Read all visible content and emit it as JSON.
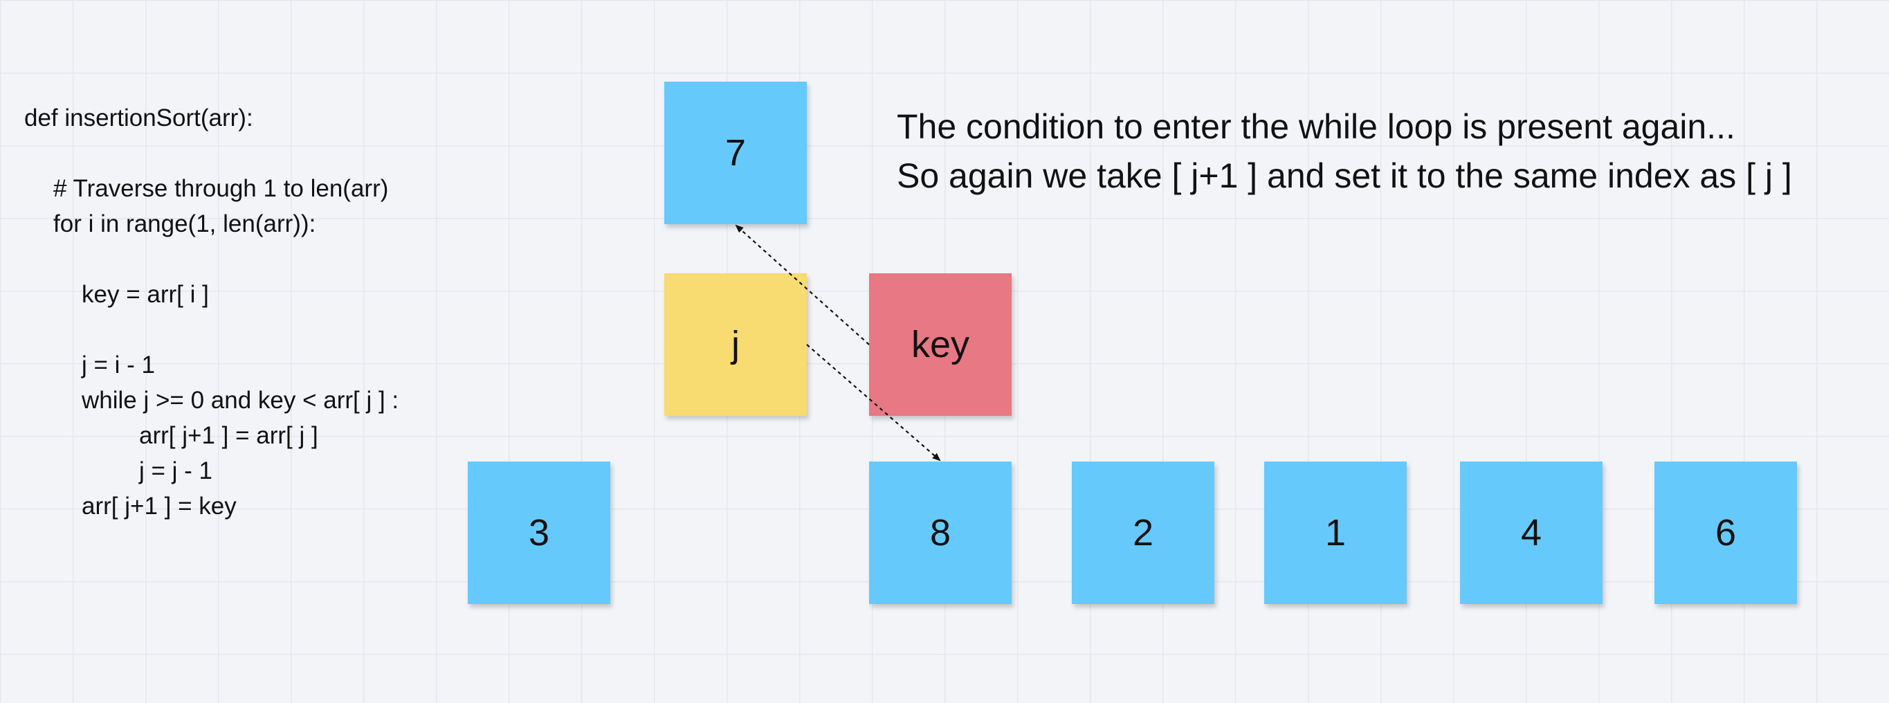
{
  "code": [
    {
      "text": "def insertionSort(arr):",
      "indent": 0
    },
    {
      "text": "",
      "indent": 0
    },
    {
      "text": "# Traverse through 1 to len(arr)",
      "indent": 1
    },
    {
      "text": "for i in range(1, len(arr)):",
      "indent": 1
    },
    {
      "text": "",
      "indent": 0
    },
    {
      "text": "key = arr[ i ]",
      "indent": 2
    },
    {
      "text": "",
      "indent": 0
    },
    {
      "text": "j = i - 1",
      "indent": 2
    },
    {
      "text": "while j >= 0 and key < arr[ j ] :",
      "indent": 2
    },
    {
      "text": "arr[ j+1 ] = arr[ j ]",
      "indent": 3
    },
    {
      "text": "j = j - 1",
      "indent": 3
    },
    {
      "text": "arr[ j+1 ] = key",
      "indent": 2
    }
  ],
  "note": {
    "line1": "The condition to enter the while loop is present again...",
    "line2": "So again we take [ j+1 ] and set it to the same index as [ j ]"
  },
  "boxes": {
    "lifted": "7",
    "j": "j",
    "key": "key",
    "array": [
      "3",
      "8",
      "2",
      "1",
      "4",
      "6"
    ]
  },
  "colors": {
    "array": "#66c9fb",
    "j": "#f8db71",
    "key": "#e77884",
    "background": "#f3f4f8"
  }
}
